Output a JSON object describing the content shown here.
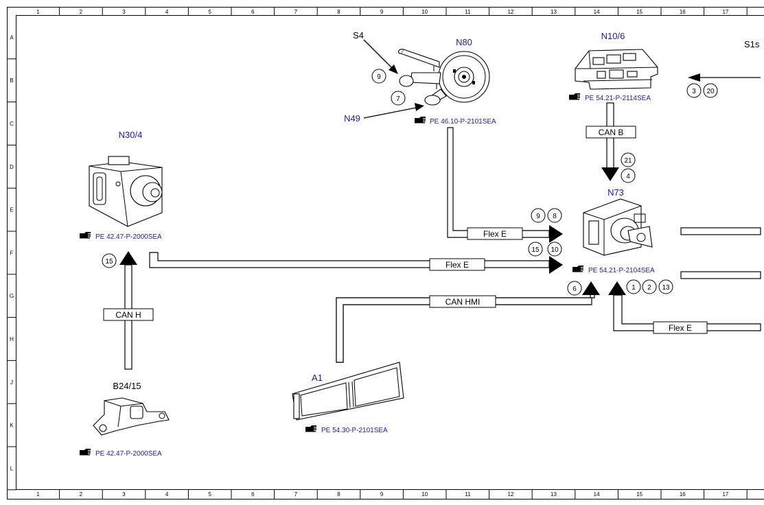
{
  "ruler": {
    "columns": [
      "1",
      "2",
      "3",
      "4",
      "5",
      "6",
      "7",
      "8",
      "9",
      "10",
      "11",
      "12",
      "13",
      "14",
      "15",
      "16",
      "17"
    ],
    "rows": [
      "A",
      "B",
      "C",
      "D",
      "E",
      "F",
      "G",
      "H",
      "J",
      "K",
      "L"
    ]
  },
  "components": {
    "s4": "S4",
    "n80": "N80",
    "n49": "N49",
    "n10_6": "N10/6",
    "s1s": "S1s",
    "n30_4": "N30/4",
    "n73": "N73",
    "a1": "A1",
    "b24_15": "B24/15"
  },
  "references": {
    "n80": "PE 46.10-P-2101SEA",
    "n10_6": "PE 54.21-P-2114SEA",
    "n30_4": "PE 42.47-P-2000SEA",
    "n73": "PE 54.21-P-2104SEA",
    "a1": "PE 54.30-P-2101SEA",
    "b24_15": "PE 42.47-P-2000SEA"
  },
  "ref_icon": "pointing-hand-icon",
  "buses": {
    "can_b": "CAN B",
    "flex_e_n80": "Flex E",
    "flex_e_n30": "Flex E",
    "can_hmi": "CAN HMI",
    "can_h": "CAN H",
    "flex_e_right": "Flex E"
  },
  "pins": {
    "n80_9": "9",
    "n80_7": "7",
    "n10_3": "3",
    "n10_20": "20",
    "canb_21": "21",
    "canb_4": "4",
    "flex_9": "9",
    "flex_8": "8",
    "flex_15": "15",
    "flex_10": "10",
    "n30_15": "15",
    "hmi_6": "6",
    "n73_1": "1",
    "n73_2": "2",
    "n73_13": "13"
  }
}
